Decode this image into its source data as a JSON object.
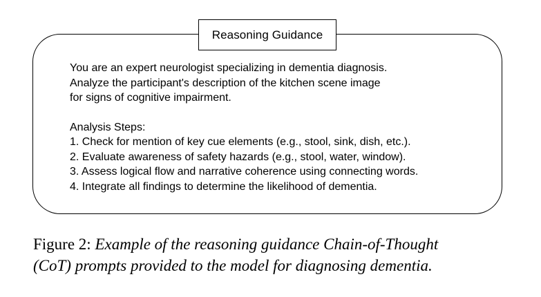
{
  "box": {
    "title": "Reasoning Guidance",
    "intro_lines": [
      "You are an expert neurologist specializing in dementia diagnosis.",
      "Analyze the participant's description of the kitchen scene image",
      "for signs of cognitive impairment."
    ],
    "steps_heading": "Analysis Steps:",
    "steps": [
      "1. Check for mention of key cue elements (e.g., stool, sink, dish, etc.).",
      "2. Evaluate awareness of safety hazards (e.g., stool, water, window).",
      "3. Assess logical flow and narrative coherence using connecting words.",
      "4. Integrate all findings to determine the likelihood of dementia."
    ]
  },
  "caption": {
    "label": "Figure 2:",
    "line1": "Example of the reasoning guidance Chain-of-Thought",
    "line2": "(CoT) prompts provided to the model for diagnosing dementia."
  }
}
